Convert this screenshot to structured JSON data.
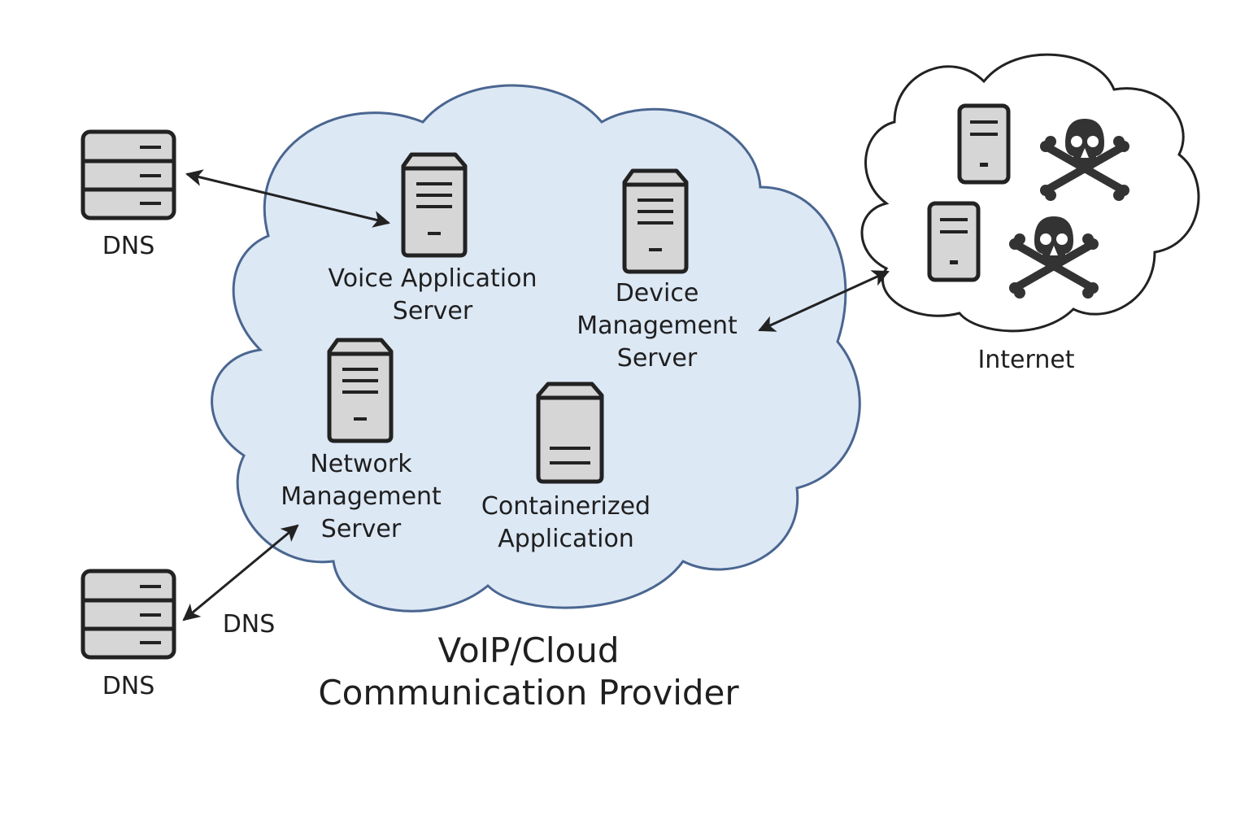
{
  "colors": {
    "provider_cloud_fill": "#dde8f5",
    "provider_cloud_stroke": "#4a6690",
    "internet_cloud_fill": "#ffffff",
    "internet_cloud_stroke": "#222222",
    "server_fill": "#d6d6d6",
    "server_stroke": "#222222",
    "arrow": "#222222",
    "threat": "#333333"
  },
  "provider": {
    "title_line1": "VoIP/Cloud",
    "title_line2": "Communication Provider",
    "servers": [
      {
        "id": "voice-application-server",
        "label_lines": [
          "Voice Application",
          "Server"
        ],
        "icon": "tower-server-icon"
      },
      {
        "id": "device-management-server",
        "label_lines": [
          "Device",
          "Management",
          "Server"
        ],
        "icon": "tower-server-icon"
      },
      {
        "id": "network-management-server",
        "label_lines": [
          "Network",
          "Management",
          "Server"
        ],
        "icon": "tower-server-icon"
      },
      {
        "id": "containerized-application",
        "label_lines": [
          "Containerized",
          "Application"
        ],
        "icon": "container-server-icon"
      }
    ]
  },
  "internet": {
    "label": "Internet",
    "hosts": [
      {
        "id": "malicious-host-1",
        "icon": "desktop-server-icon",
        "threat_icon": "skull-crossbones-icon"
      },
      {
        "id": "malicious-host-2",
        "icon": "desktop-server-icon",
        "threat_icon": "skull-crossbones-icon"
      }
    ]
  },
  "dns_servers": [
    {
      "id": "dns-server-top",
      "label": "DNS",
      "icon": "rack-server-icon"
    },
    {
      "id": "dns-server-bottom",
      "label": "DNS",
      "icon": "rack-server-icon"
    }
  ],
  "connections": [
    {
      "id": "dns-top-to-voice",
      "from": "dns-server-top",
      "to": "voice-application-server",
      "direction": "bidirectional",
      "label": ""
    },
    {
      "id": "dns-bottom-to-network",
      "from": "dns-server-bottom",
      "to": "network-management-server",
      "direction": "bidirectional",
      "label": "DNS"
    },
    {
      "id": "device-to-internet",
      "from": "device-management-server",
      "to": "internet",
      "direction": "bidirectional",
      "label": ""
    }
  ]
}
